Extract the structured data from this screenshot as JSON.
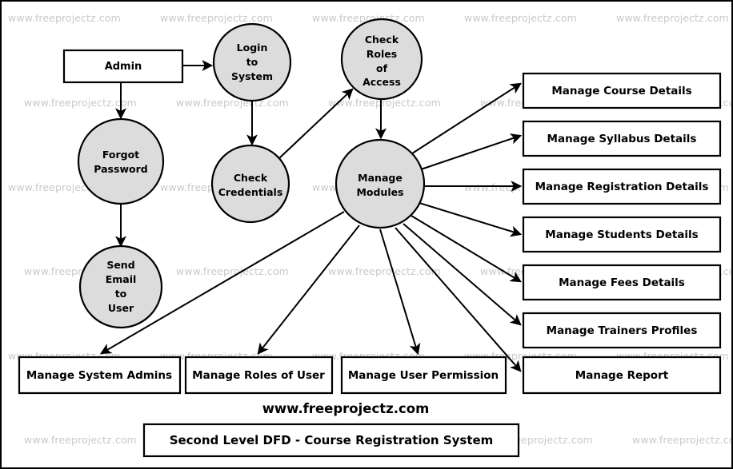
{
  "diagram": {
    "title": "Second Level DFD - Course Registration System",
    "brand": "www.freeprojectz.com",
    "watermark_text": "www.freeprojectz.com",
    "colors": {
      "process_fill": "#dcdcdc",
      "entity_fill": "#ffffff",
      "stroke": "#000000",
      "watermark": "#c9c9c9",
      "background": "#ffffff"
    },
    "entities": [
      {
        "id": "admin",
        "label": "Admin"
      }
    ],
    "processes": [
      {
        "id": "login-to-system",
        "label_lines": [
          "Login",
          "to",
          "System"
        ]
      },
      {
        "id": "check-roles-of-access",
        "label_lines": [
          "Check",
          "Roles",
          "of",
          "Access"
        ]
      },
      {
        "id": "forgot-password",
        "label_lines": [
          "Forgot",
          "Password"
        ]
      },
      {
        "id": "check-credentials",
        "label_lines": [
          "Check",
          "Credentials"
        ]
      },
      {
        "id": "manage-modules",
        "label_lines": [
          "Manage",
          "Modules"
        ]
      },
      {
        "id": "send-email-to-user",
        "label_lines": [
          "Send",
          "Email",
          "to",
          "User"
        ]
      }
    ],
    "right_boxes": [
      {
        "id": "manage-course-details",
        "label": "Manage Course Details"
      },
      {
        "id": "manage-syllabus-details",
        "label": "Manage Syllabus Details"
      },
      {
        "id": "manage-registration-details",
        "label": "Manage Registration Details"
      },
      {
        "id": "manage-students-details",
        "label": "Manage Students Details"
      },
      {
        "id": "manage-fees-details",
        "label": "Manage Fees Details"
      },
      {
        "id": "manage-trainers-profiles",
        "label": "Manage Trainers Profiles"
      },
      {
        "id": "manage-report",
        "label": "Manage Report"
      }
    ],
    "bottom_boxes": [
      {
        "id": "manage-system-admins",
        "label": "Manage System Admins"
      },
      {
        "id": "manage-roles-of-user",
        "label": "Manage Roles of User"
      },
      {
        "id": "manage-user-permission",
        "label": "Manage User Permission"
      }
    ],
    "flows": [
      {
        "from": "admin",
        "to": "login-to-system"
      },
      {
        "from": "admin",
        "to": "forgot-password"
      },
      {
        "from": "forgot-password",
        "to": "send-email-to-user"
      },
      {
        "from": "login-to-system",
        "to": "check-credentials"
      },
      {
        "from": "check-credentials",
        "to": "check-roles-of-access"
      },
      {
        "from": "check-roles-of-access",
        "to": "manage-modules"
      },
      {
        "from": "manage-modules",
        "to": "manage-course-details"
      },
      {
        "from": "manage-modules",
        "to": "manage-syllabus-details"
      },
      {
        "from": "manage-modules",
        "to": "manage-registration-details"
      },
      {
        "from": "manage-modules",
        "to": "manage-students-details"
      },
      {
        "from": "manage-modules",
        "to": "manage-fees-details"
      },
      {
        "from": "manage-modules",
        "to": "manage-trainers-profiles"
      },
      {
        "from": "manage-modules",
        "to": "manage-report"
      },
      {
        "from": "manage-modules",
        "to": "manage-system-admins"
      },
      {
        "from": "manage-modules",
        "to": "manage-roles-of-user"
      },
      {
        "from": "manage-modules",
        "to": "manage-user-permission"
      }
    ]
  }
}
